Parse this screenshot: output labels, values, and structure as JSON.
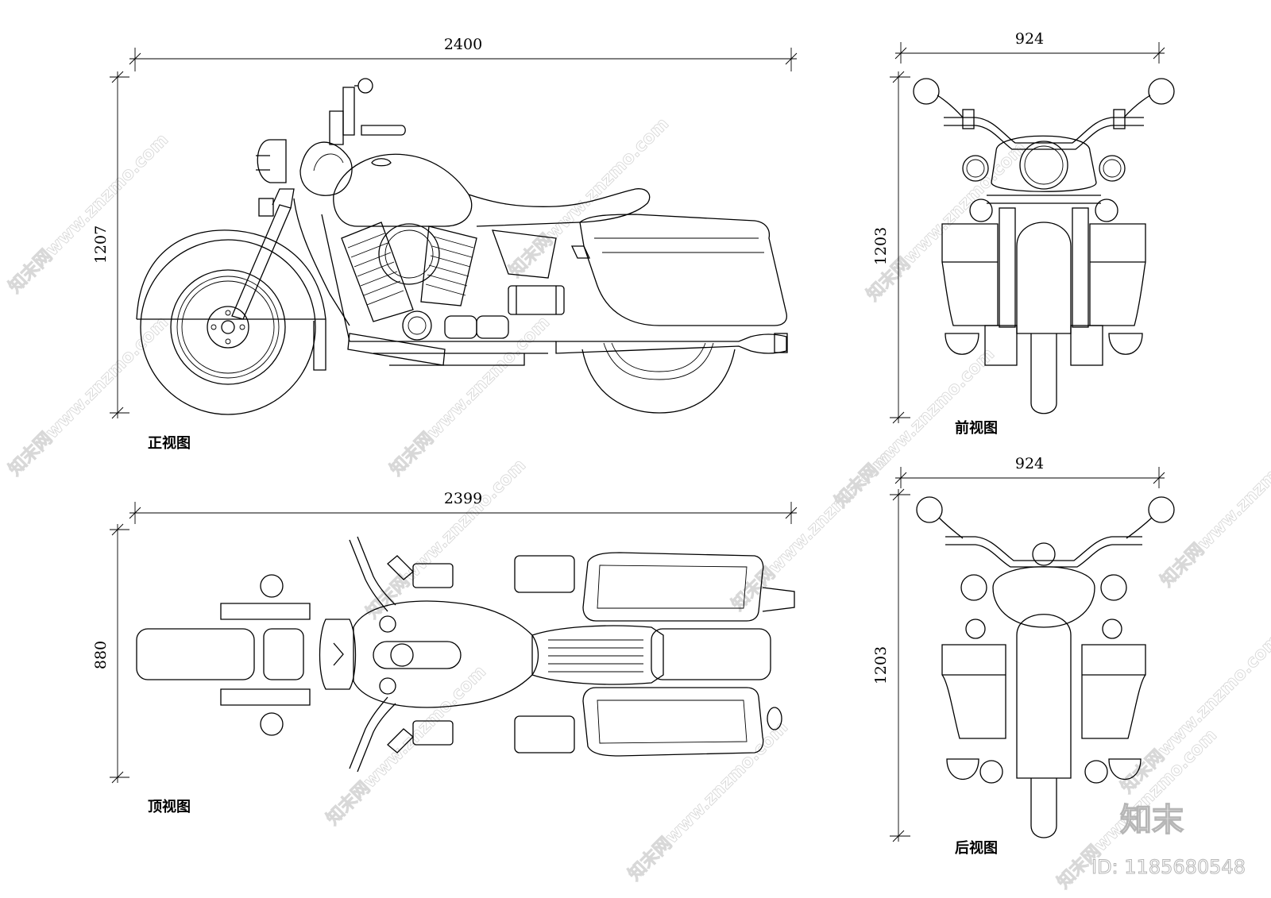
{
  "views": {
    "side": {
      "caption": "正视图",
      "dims": {
        "length": "2400",
        "height": "1207"
      }
    },
    "front": {
      "caption": "前视图",
      "dims": {
        "width": "924",
        "height": "1203"
      }
    },
    "top": {
      "caption": "顶视图",
      "dims": {
        "length": "2399",
        "width": "880"
      }
    },
    "rear": {
      "caption": "后视图",
      "dims": {
        "width": "924",
        "height": "1203"
      }
    }
  },
  "watermark": {
    "repeat_text": "知末网www.znzmo.com",
    "logo_text": "知末",
    "id_text": "ID: 1185680548"
  },
  "colors": {
    "linework": "#000000",
    "watermark": "#b5b5b5",
    "background": "#ffffff"
  }
}
